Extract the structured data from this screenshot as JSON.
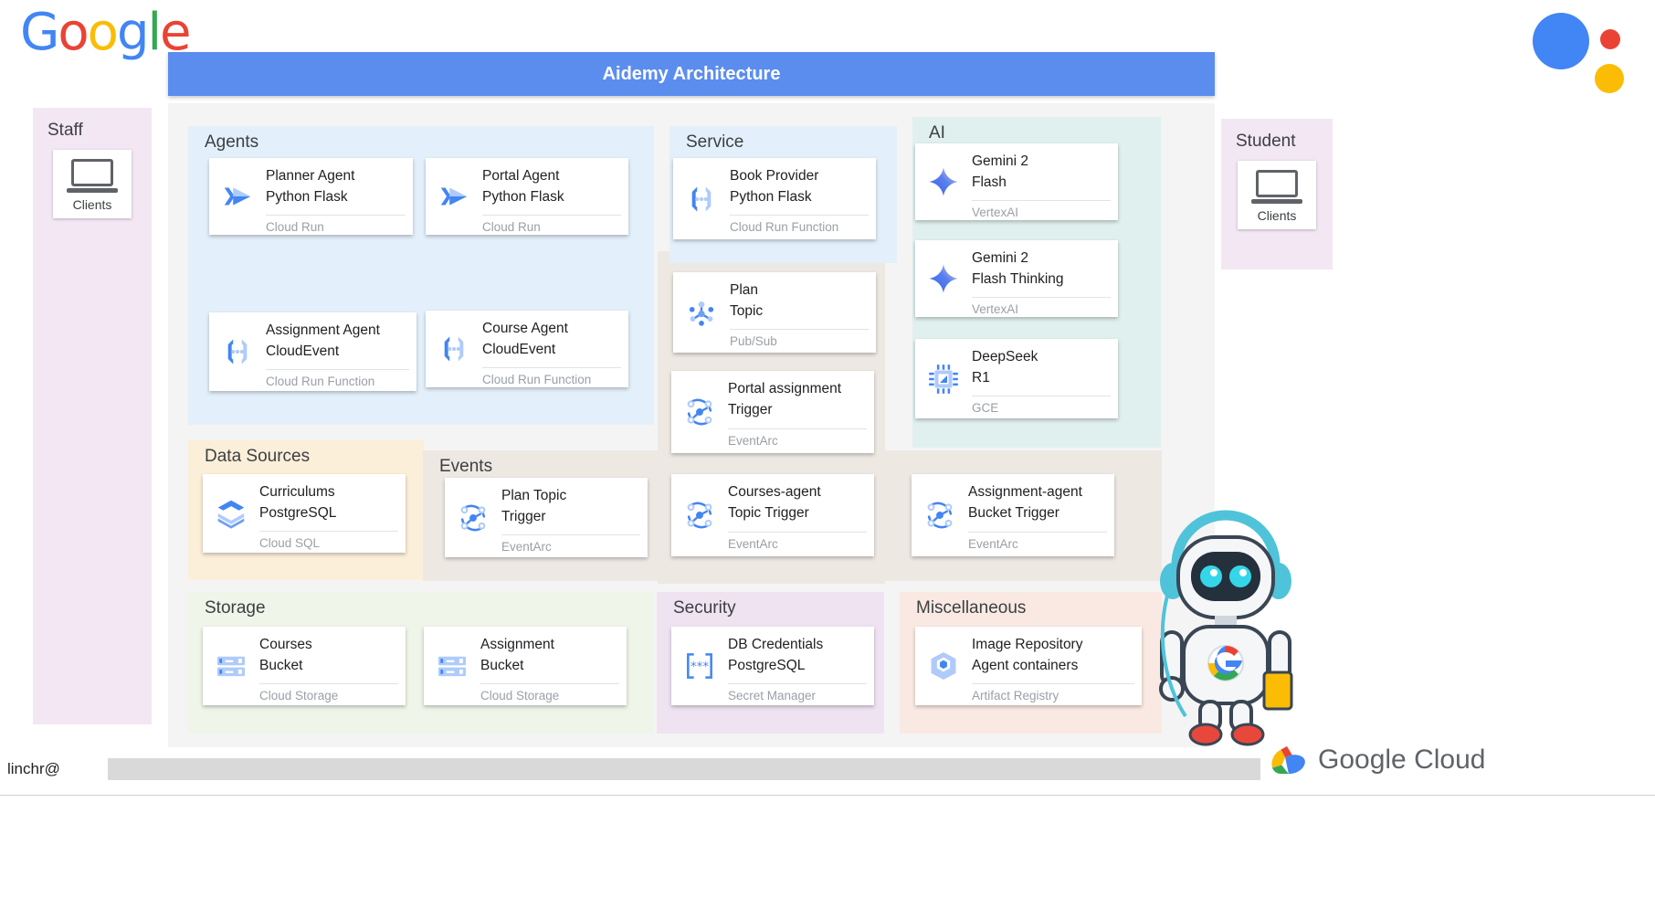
{
  "brand": {
    "google_logo_letters": [
      "G",
      "o",
      "o",
      "g",
      "l",
      "e"
    ],
    "assistant_icon": "google-assistant-dots",
    "google_cloud_label": "Google Cloud"
  },
  "header": {
    "title": "Aidemy Architecture",
    "accent_color": "#5B8DEF"
  },
  "footer": {
    "user": "linchr@"
  },
  "side_panels": [
    {
      "key": "staff",
      "title": "Staff",
      "client_label": "Clients",
      "icon": "laptop-icon",
      "color": "#F3E7F3"
    },
    {
      "key": "student",
      "title": "Student",
      "client_label": "Clients",
      "icon": "laptop-icon",
      "color": "#F3E7F3"
    }
  ],
  "groups": {
    "agents": {
      "title": "Agents",
      "color": "#E3F0FB"
    },
    "service": {
      "title": "Service",
      "color": "#E3F0FB"
    },
    "ai": {
      "title": "AI",
      "color": "#E0F0EE"
    },
    "data": {
      "title": "Data Sources",
      "color": "#FCEFD9"
    },
    "events": {
      "title": "Events",
      "color": "#EEE8E3"
    },
    "storage": {
      "title": "Storage",
      "color": "#EFF5E8"
    },
    "security": {
      "title": "Security",
      "color": "#EFE3F2"
    },
    "misc": {
      "title": "Miscellaneous",
      "color": "#FAE9E3"
    }
  },
  "cards": {
    "planner_agent": {
      "title": "Planner Agent\nPython Flask",
      "sub": "Cloud Run",
      "icon": "cloud-run-icon"
    },
    "portal_agent": {
      "title": "Portal Agent\nPython Flask",
      "sub": "Cloud Run",
      "icon": "cloud-run-icon"
    },
    "assignment_agent": {
      "title": "Assignment Agent\nCloudEvent",
      "sub": "Cloud Run Function",
      "icon": "cloud-run-function-icon"
    },
    "course_agent": {
      "title": "Course Agent\nCloudEvent",
      "sub": "Cloud Run Function",
      "icon": "cloud-run-function-icon"
    },
    "book_provider": {
      "title": "Book Provider\nPython Flask",
      "sub": "Cloud Run Function",
      "icon": "cloud-run-function-icon"
    },
    "gemini_flash": {
      "title": "Gemini 2\nFlash",
      "sub": "VertexAI",
      "icon": "gemini-sparkle-icon"
    },
    "gemini_flash_think": {
      "title": "Gemini 2\nFlash Thinking",
      "sub": "VertexAI",
      "icon": "gemini-sparkle-icon"
    },
    "deepseek_r1": {
      "title": "DeepSeek\nR1",
      "sub": "GCE",
      "icon": "cpu-chip-icon"
    },
    "curriculums": {
      "title": "Curriculums\nPostgreSQL",
      "sub": "Cloud SQL",
      "icon": "cloud-sql-icon"
    },
    "plan_topic": {
      "title": "Plan\nTopic",
      "sub": "Pub/Sub",
      "icon": "pubsub-icon"
    },
    "plan_topic_trigger": {
      "title": "Plan Topic\nTrigger",
      "sub": "EventArc",
      "icon": "eventarc-icon"
    },
    "portal_assign_trig": {
      "title": "Portal assignment\nTrigger",
      "sub": "EventArc",
      "icon": "eventarc-icon"
    },
    "courses_agent_trig": {
      "title": "Courses-agent\nTopic Trigger",
      "sub": "EventArc",
      "icon": "eventarc-icon"
    },
    "assign_agent_trig": {
      "title": "Assignment-agent\nBucket Trigger",
      "sub": "EventArc",
      "icon": "eventarc-icon"
    },
    "courses_bucket": {
      "title": "Courses\nBucket",
      "sub": "Cloud Storage",
      "icon": "cloud-storage-icon"
    },
    "assignment_bucket": {
      "title": "Assignment\nBucket",
      "sub": "Cloud Storage",
      "icon": "cloud-storage-icon"
    },
    "db_credentials": {
      "title": "DB Credentials\nPostgreSQL",
      "sub": "Secret Manager",
      "icon": "secret-manager-icon"
    },
    "image_repository": {
      "title": "Image Repository\nAgent containers",
      "sub": "Artifact Registry",
      "icon": "artifact-registry-icon"
    }
  }
}
